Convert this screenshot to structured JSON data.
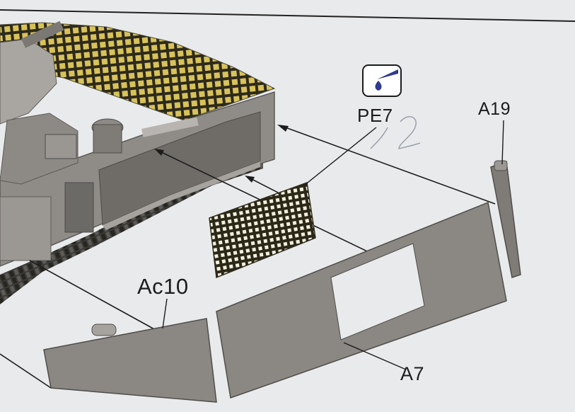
{
  "labels": {
    "pe7": "PE7",
    "a19": "A19",
    "ac10": "Ac10",
    "a7": "A7"
  },
  "icons": {
    "instruction": "paint-brush-drop-icon"
  },
  "colors": {
    "background": "#e9eaec",
    "part_gray": "#8d8a86",
    "mesh_yellow": "#c9b24a",
    "line": "#1c1c1c"
  }
}
